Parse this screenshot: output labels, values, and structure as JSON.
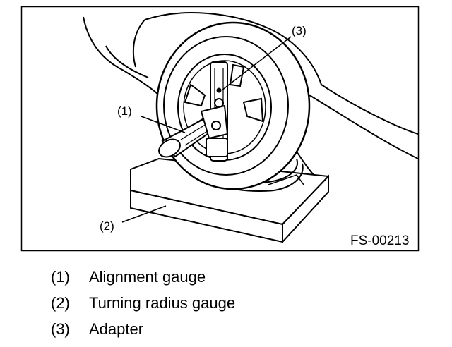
{
  "figure": {
    "id": "FS-00213",
    "callouts": [
      {
        "num": "(1)",
        "part": "alignment-gauge"
      },
      {
        "num": "(2)",
        "part": "turning-radius-gauge"
      },
      {
        "num": "(3)",
        "part": "adapter"
      }
    ]
  },
  "legend": [
    {
      "num": "(1)",
      "text": "Alignment gauge"
    },
    {
      "num": "(2)",
      "text": "Turning radius gauge"
    },
    {
      "num": "(3)",
      "text": "Adapter"
    }
  ]
}
